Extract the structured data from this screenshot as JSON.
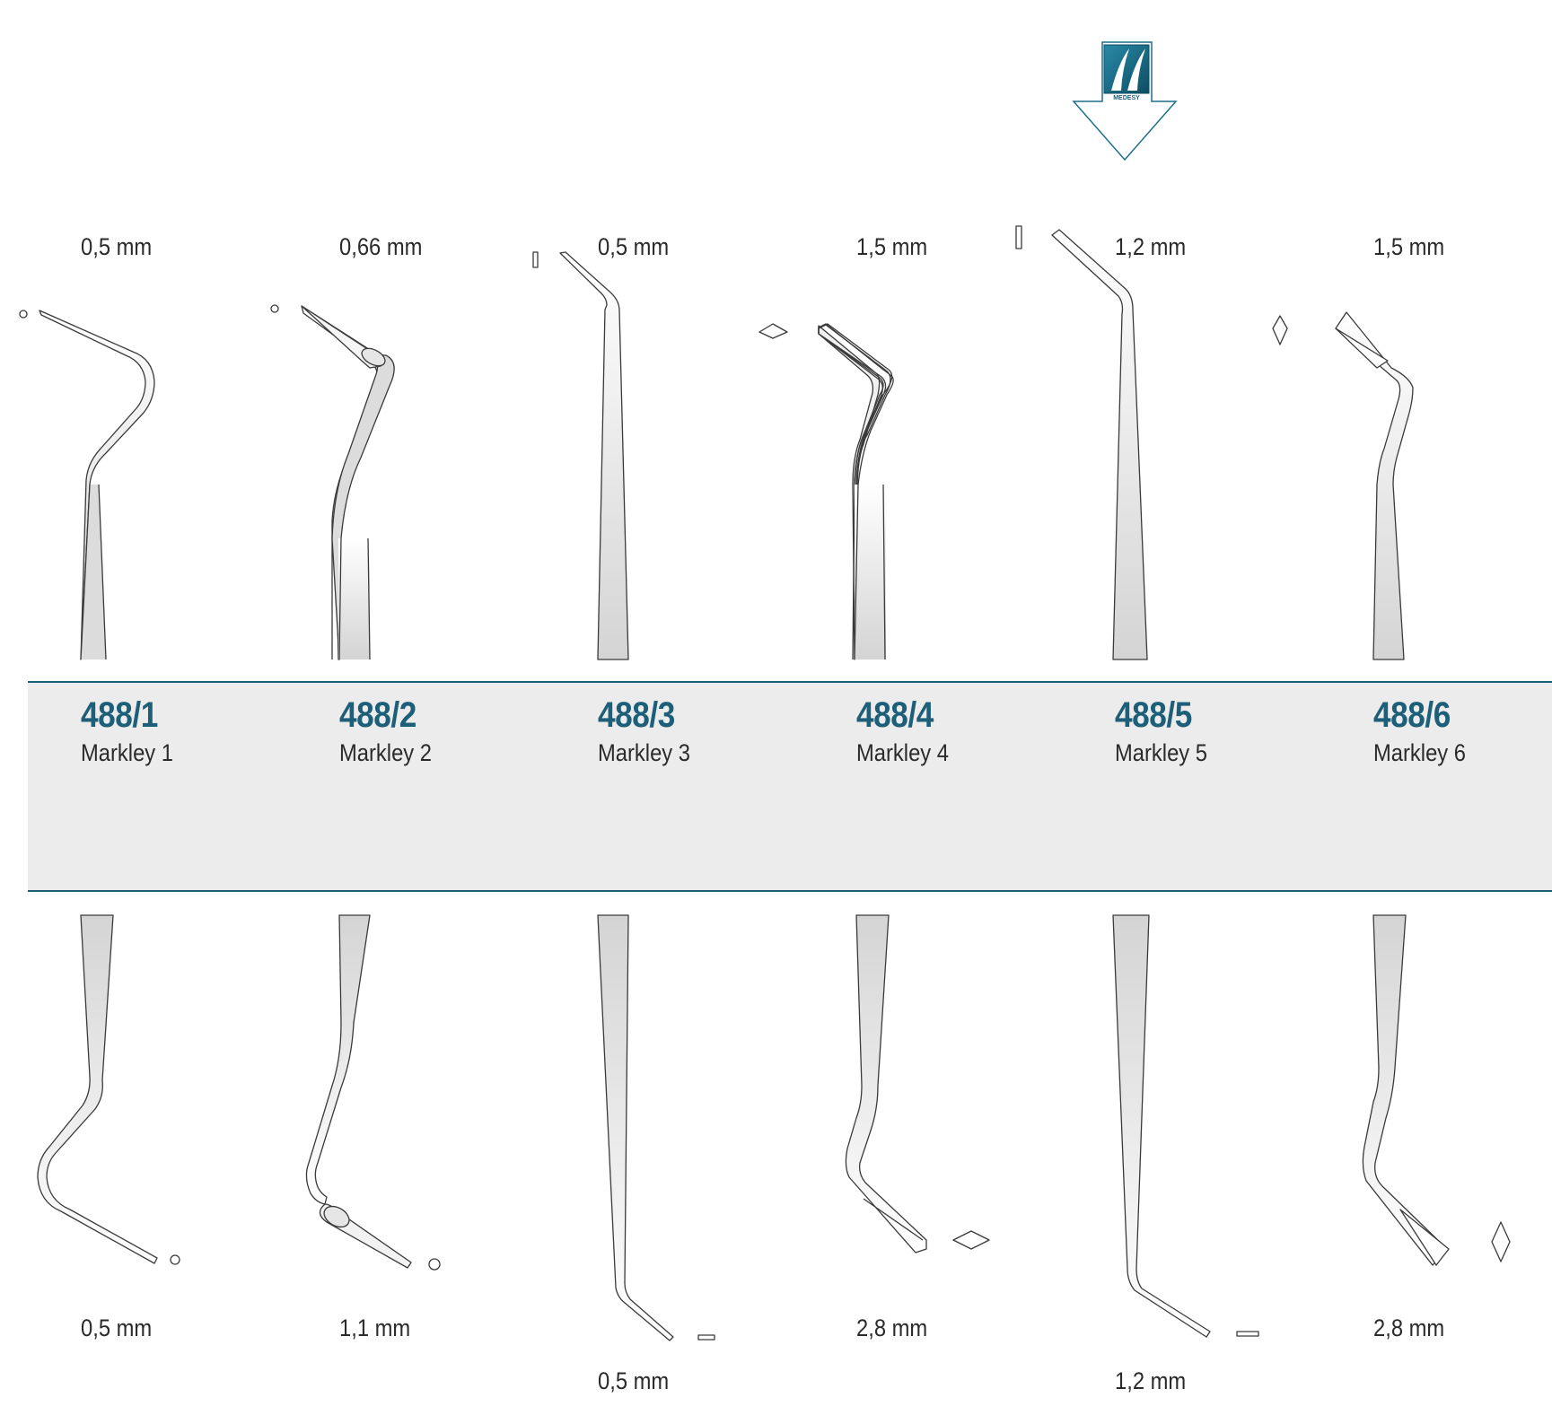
{
  "brand": {
    "logo_text": "MEDESY"
  },
  "colors": {
    "accent": "#1d5f78",
    "band": "#ececec",
    "instrument_outline": "#3a3a3a",
    "instrument_fill_light": "#fafafa",
    "instrument_fill_dark": "#d6d6d6"
  },
  "instruments": [
    {
      "code": "488/1",
      "name": "Markley 1",
      "top_size": "0,5 mm",
      "bottom_size": "0,5 mm"
    },
    {
      "code": "488/2",
      "name": "Markley 2",
      "top_size": "0,66 mm",
      "bottom_size": "1,1 mm"
    },
    {
      "code": "488/3",
      "name": "Markley 3",
      "top_size": "0,5 mm",
      "bottom_size": "0,5 mm"
    },
    {
      "code": "488/4",
      "name": "Markley 4",
      "top_size": "1,5 mm",
      "bottom_size": "2,8 mm"
    },
    {
      "code": "488/5",
      "name": "Markley 5",
      "top_size": "1,2 mm",
      "bottom_size": "1,2 mm"
    },
    {
      "code": "488/6",
      "name": "Markley 6",
      "top_size": "1,5 mm",
      "bottom_size": "2,8 mm"
    }
  ]
}
